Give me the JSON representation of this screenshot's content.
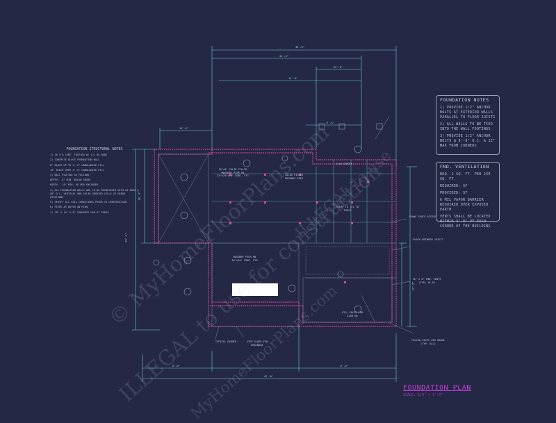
{
  "colors": {
    "background": "#252845",
    "dimension_lines": "#5fd3d6",
    "walls": "#e0459a",
    "title": "#c53fd8",
    "text": "#b9bed4"
  },
  "notes_boxes": {
    "foundation_notes": {
      "title": "FOUNDATION NOTES",
      "items": [
        "1) PROVIDE 1/2\" ANCHOR BOLTS AT EXTERIOR WALLS PARALLEL TO FLOOR JOISTS",
        "2) ALL WALLS TO BE TIED INTO THE WALL FOOTINGS",
        "3) PROVIDE 1/2\" ANCHOR BOLTS @ 6'-0\" O.C. & 12\" MAX FROM CORNERS"
      ]
    },
    "fnd_ventilation": {
      "title": "FND. VENTILATION",
      "items": [
        "REQ. 1 SQ. FT. PER 150 SQ. FT.",
        "REQUIRED:          SF",
        "PROVIDED:          SF",
        "6 MIL VAPOR BARRIER REQUIRED OVER EXPOSED EARTH",
        "VENTS SHALL BE LOCATED WITHIN 3'-0\" OF EACH CORNER OF THE BUILDING"
      ]
    }
  },
  "structural_notes": {
    "title": "FOUNDATION STRUCTURAL NOTES",
    "items": [
      "1) 16 X 8 CONT. FOOTING W/ (2) #4 BARS",
      "2) CONCRETE BLOCK FOUNDATION WALL",
      "   8\" BLOCK UP TO 4'-0\" UNBALANCED FILL",
      "   12\" BLOCK OVER 4'-0\" UNBALANCED FILL",
      "3) WALL FOOTING AS FOLLOWS:",
      "   DEPTH - 8\" MIN. BELOW GRADE",
      "   WIDTH - 16\" MIN. OR PER ENGINEER",
      "4) ALL FOUNDATION WALLS ARE TO BE REINFORCED WITH #4 BARS @ 48\" O.C. VERTICAL AND SOLID GROUTED CELLS AT REBAR LOCATIONS",
      "5) VERIFY ALL SOIL CONDITIONS PRIOR TO CONSTRUCTION",
      "6) PIERS AS NOTED ON PLAN",
      "7) 16\" X 16\" X 8\" CONCRETE PAD AT PIERS"
    ]
  },
  "callouts": [
    "16\"x8\" SOLID FILLED MASONRY PIER ON 24\"x24\"x10\" CONC. FTG",
    "SOLID FILLED MASONRY PIER",
    "2x10 GIRDER",
    "STRAP TO (4) TO TRUSS",
    "MASONRY PIER ON 16\"x16\" CONC. FTG",
    "BLOCK BETWEEN JOISTS",
    "CRAWL SPACE ACCESS",
    "16\" X 8\" FND. VENTS (TYP) 10 AS",
    "FILL SOLID FOR SLAB ON",
    "FOLLOW STEPS PER GRADE (TYP. ALL)",
    "TYPICAL GIRDER",
    "STEP SLOPE FOR DRAINAGE"
  ],
  "dimensions": [
    "46'-0\"",
    "31'-4\"",
    "22'-0\"",
    "14'-0\"",
    "13'-8\"",
    "9'-4\"",
    "28'-0\"",
    "20'-0\"",
    "12'-0\"",
    "42'-0\"",
    "8'-0\"",
    "6'-0\""
  ],
  "plan_title": "FOUNDATION PLAN",
  "plan_scale": "SCALE: 1/4\" = 1'-0\"",
  "watermarks": [
    "© MyHomeFloorPlans.com",
    "ILLEGAL to use for construction",
    "MyHomeFloorPlans.com",
    "ILLEGAL to use"
  ]
}
